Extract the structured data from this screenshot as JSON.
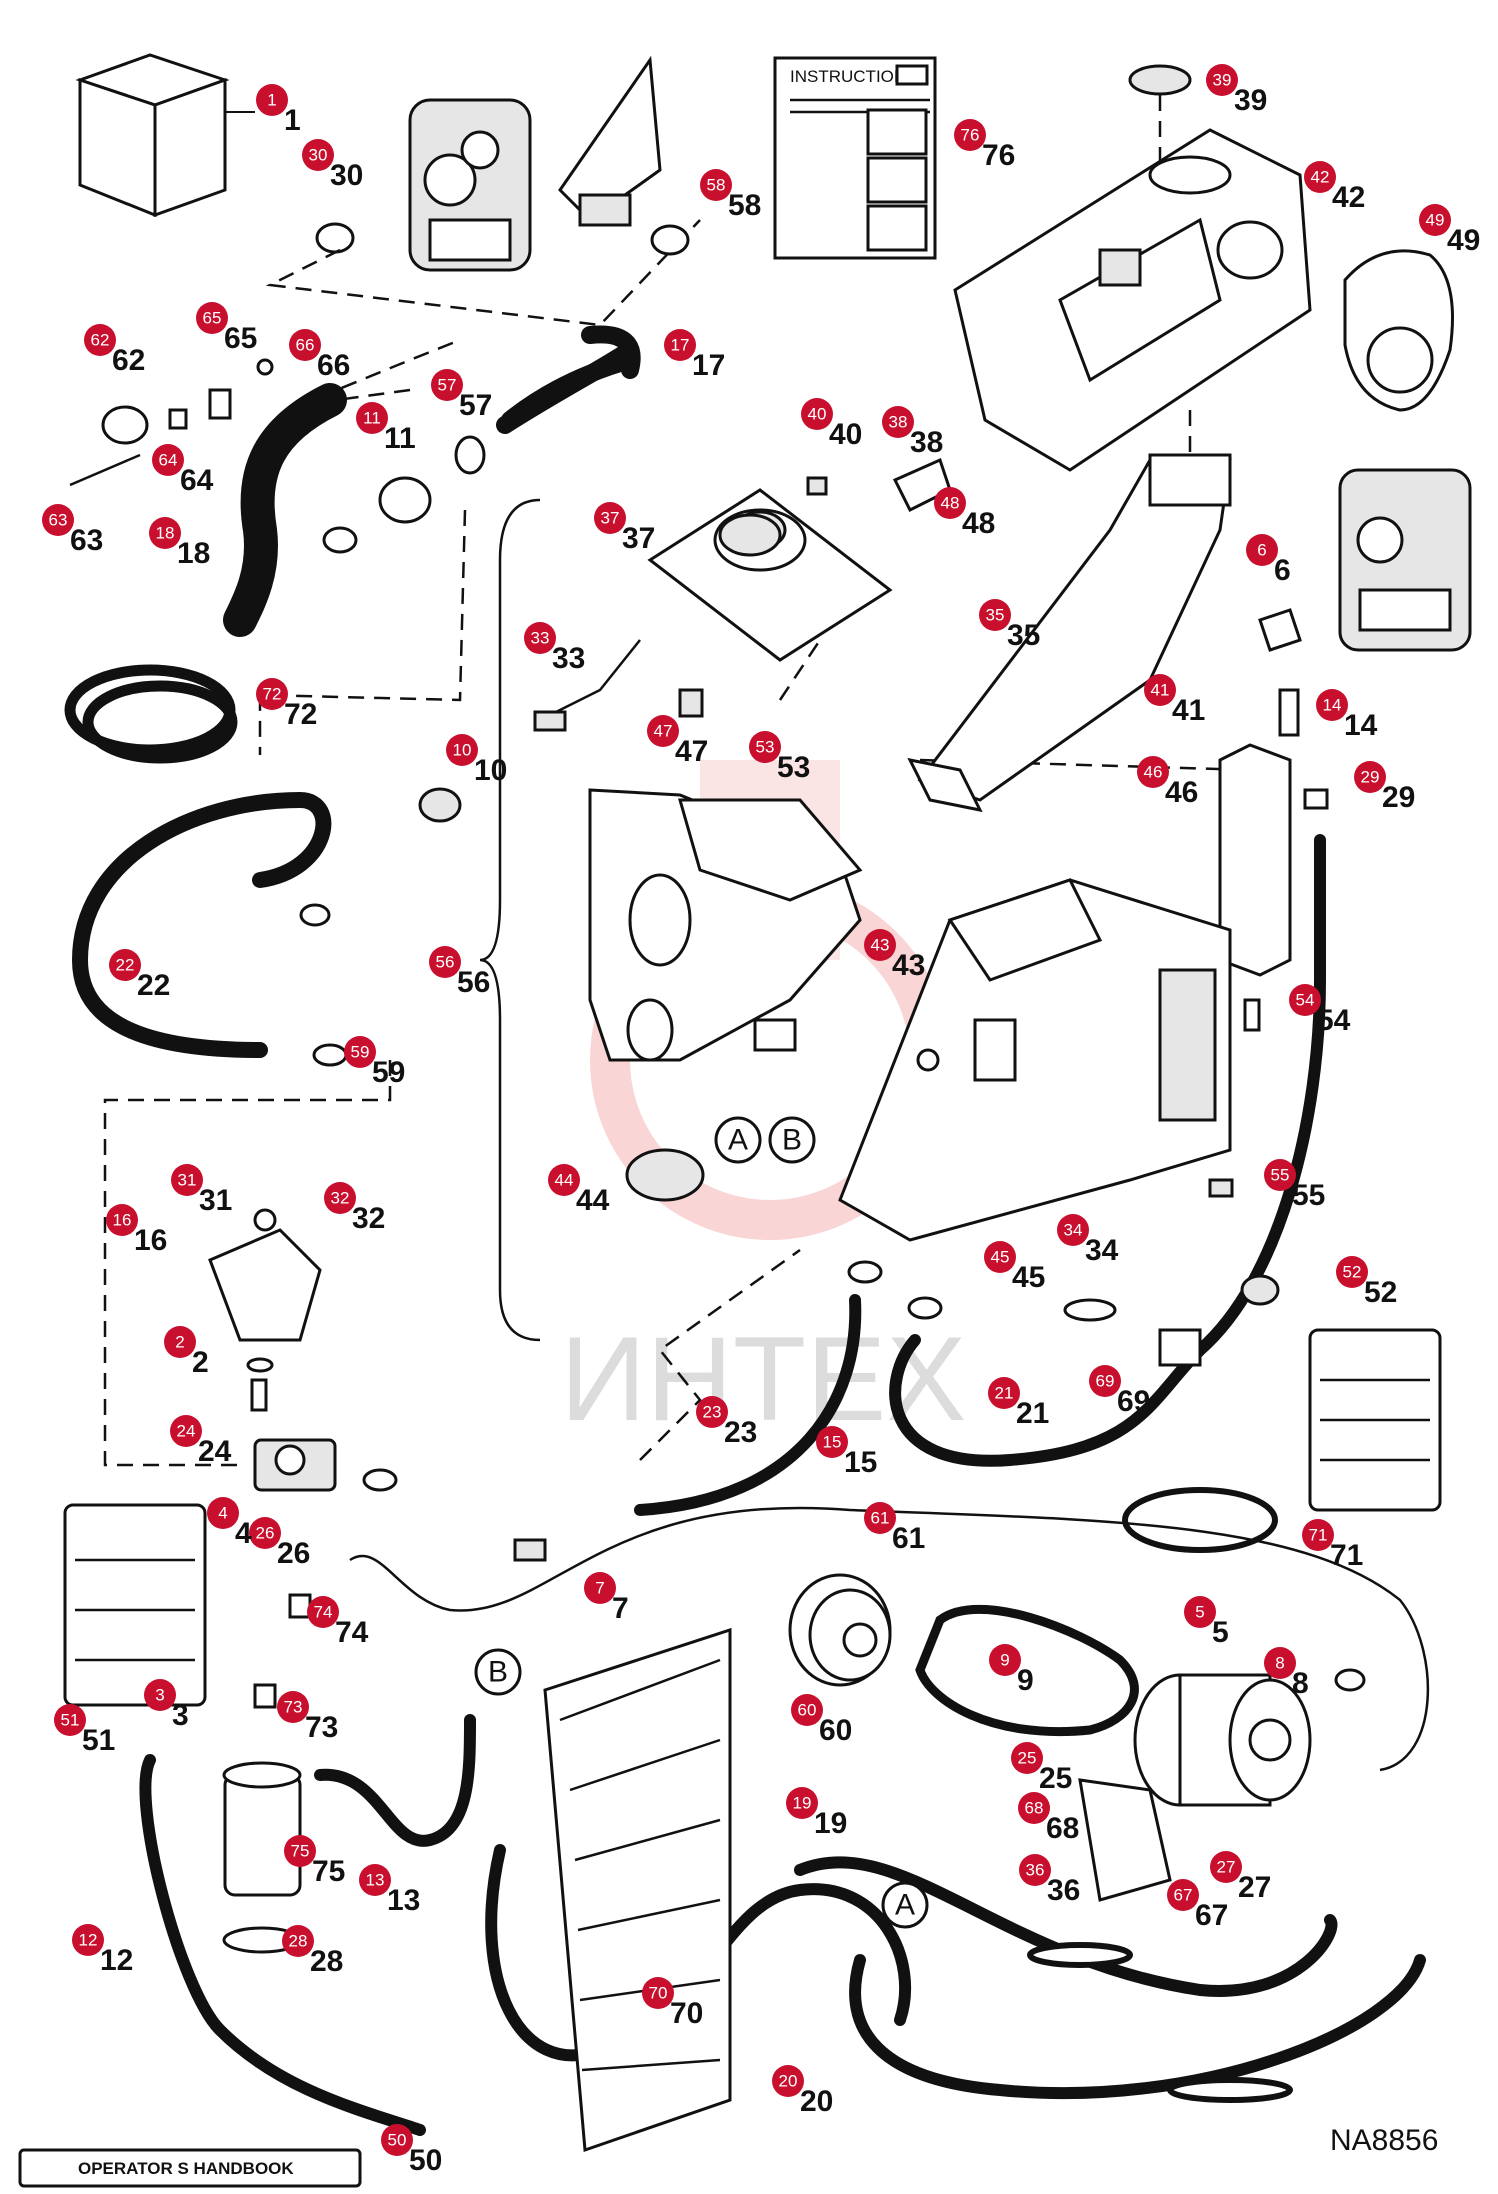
{
  "diagram_code": "NA8856",
  "watermark": "ИНТЕХ",
  "instructions_title": "INSTRUCTIONS",
  "handbook_title": "OPERATOR S HANDBOOK",
  "accent_color": "#c8102e",
  "callouts": [
    "1",
    "30",
    "58",
    "76",
    "39",
    "42",
    "49",
    "62",
    "65",
    "66",
    "17",
    "11",
    "57",
    "64",
    "63",
    "18",
    "37",
    "40",
    "38",
    "48",
    "35",
    "41",
    "6",
    "33",
    "47",
    "53",
    "14",
    "72",
    "10",
    "29",
    "46",
    "22",
    "56",
    "43",
    "54",
    "59",
    "44",
    "55",
    "31",
    "32",
    "16",
    "2",
    "24",
    "45",
    "34",
    "52",
    "23",
    "21",
    "69",
    "15",
    "71",
    "26",
    "61",
    "4",
    "74",
    "7",
    "51",
    "3",
    "73",
    "60",
    "9",
    "5",
    "8",
    "25",
    "12",
    "75",
    "13",
    "28",
    "19",
    "68",
    "36",
    "67",
    "27",
    "70",
    "20",
    "50"
  ],
  "connector_labels": [
    "A",
    "B"
  ]
}
